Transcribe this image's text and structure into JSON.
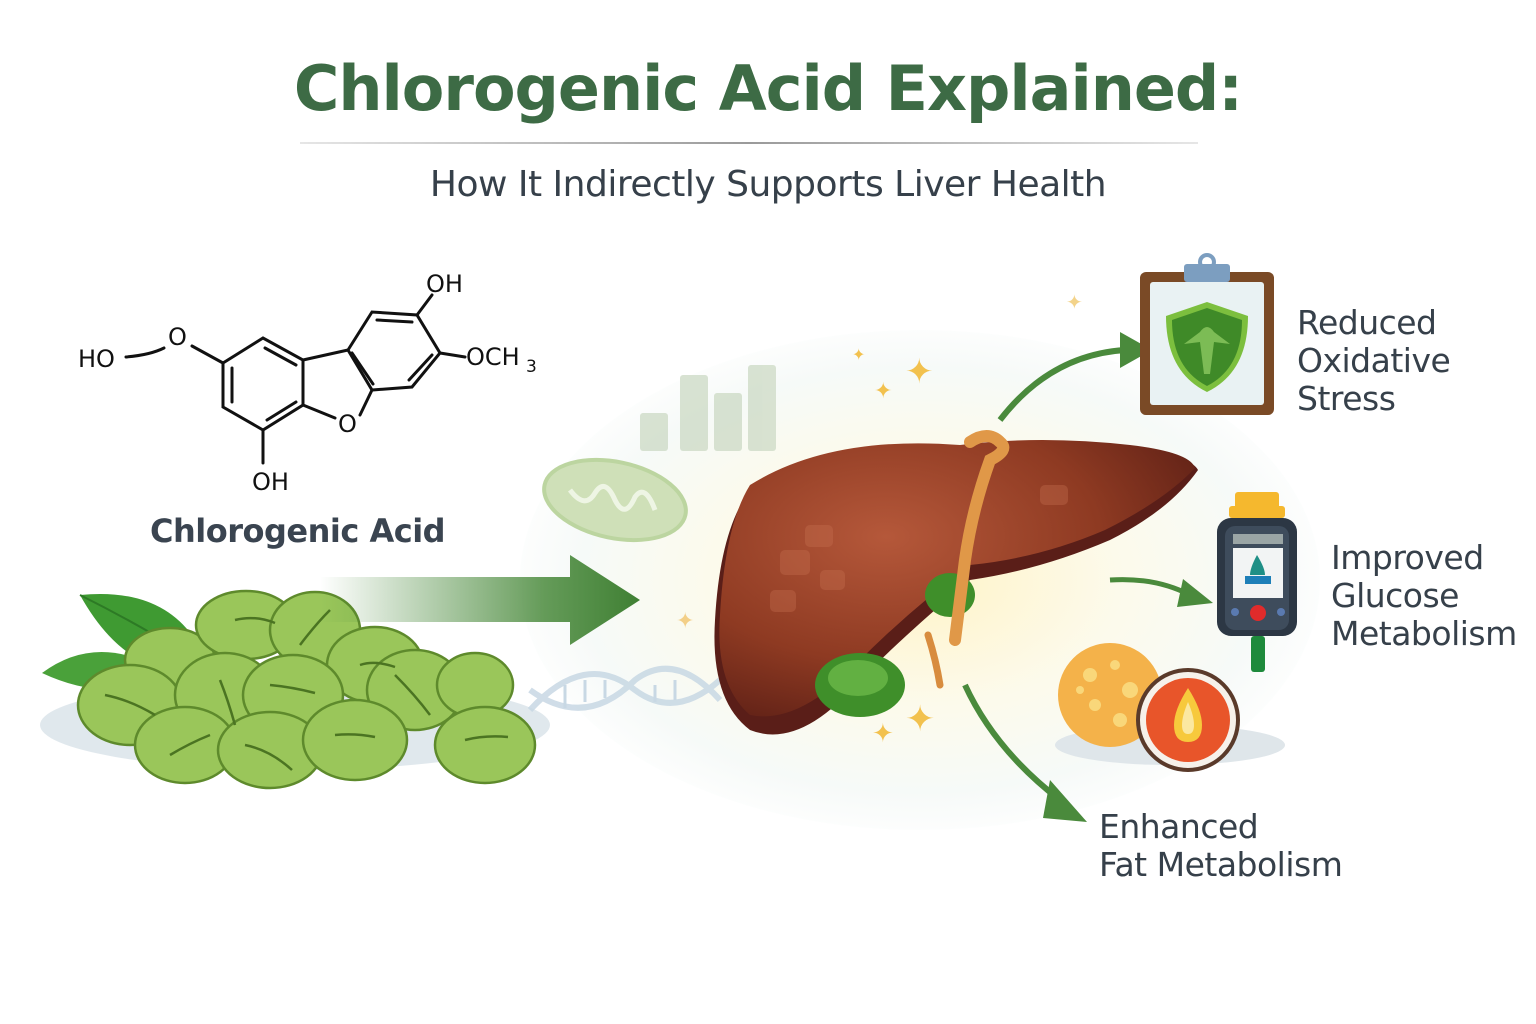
{
  "header": {
    "title": "Chlorogenic Acid Explained:",
    "subtitle": "How It Indirectly Supports Liver Health"
  },
  "molecule": {
    "name": "Chlorogenic Acid",
    "labels": {
      "ho_left": "HO",
      "o_left": "O",
      "oh_top": "OH",
      "och3": "OCH",
      "och3_sub": "3",
      "o_ring": "O",
      "oh_bottom": "OH"
    }
  },
  "source": {
    "icon": "green-coffee-beans"
  },
  "center": {
    "icon": "liver"
  },
  "benefits": [
    {
      "lines": [
        "Reduced",
        "Oxidative",
        "Stress"
      ],
      "icon": "shield-clipboard"
    },
    {
      "lines": [
        "Improved",
        "Glucose",
        "Metabolism"
      ],
      "icon": "glucose-meter"
    },
    {
      "lines": [
        "Enhanced",
        "Fat Metabolism"
      ],
      "icon": "fat-cell-oil-drop"
    }
  ],
  "colors": {
    "title_green": "#3d6b45",
    "text_slate": "#36404a",
    "arrow_green": "#4a8a3c",
    "liver_brown": "#8a3a22",
    "bean_green": "#8dbb4e"
  }
}
